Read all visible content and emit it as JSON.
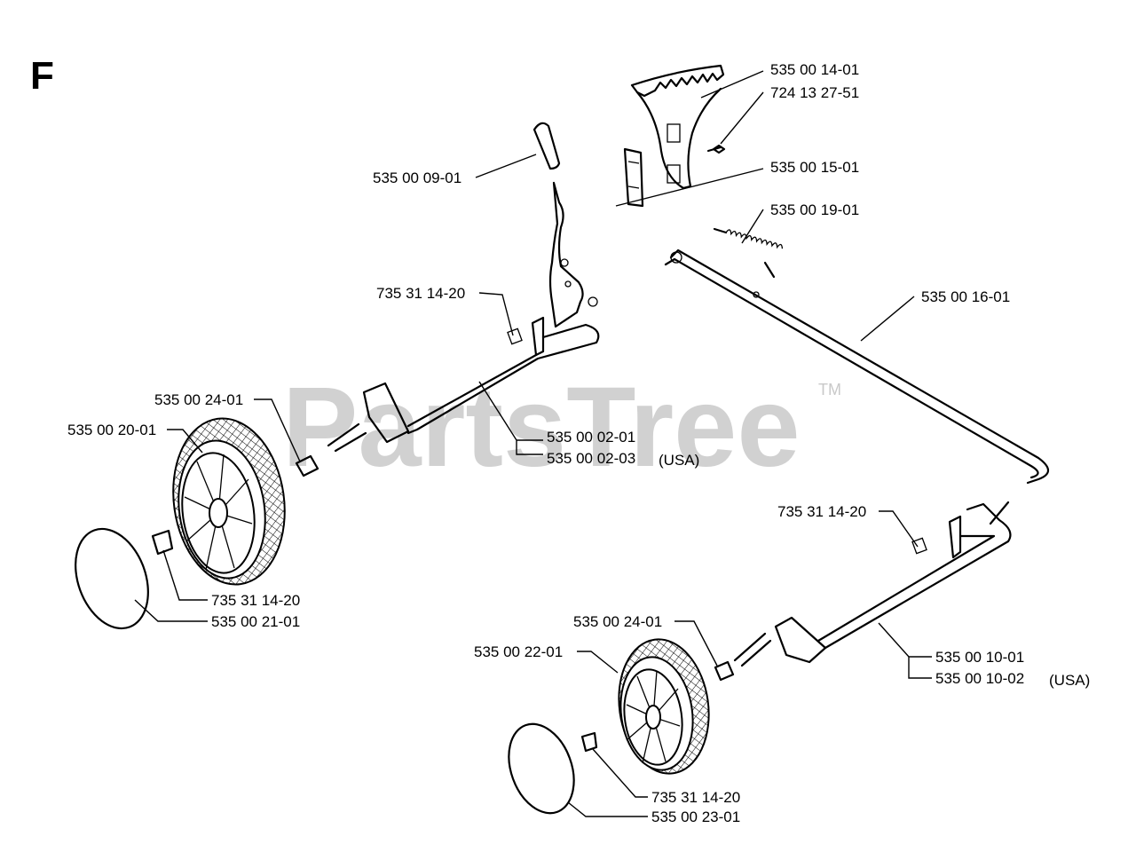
{
  "section_letter": "F",
  "watermark": {
    "text": "PartsTree",
    "trademark": "TM"
  },
  "labels": {
    "p_535_00_14_01": "535 00 14-01",
    "p_724_13_27_51": "724 13 27-51",
    "p_535_00_15_01": "535 00 15-01",
    "p_535_00_19_01": "535 00 19-01",
    "p_535_00_09_01": "535 00 09-01",
    "p_735_31_14_20_upper": "735 31 14-20",
    "p_535_00_16_01": "535 00 16-01",
    "p_535_00_24_01_left": "535 00 24-01",
    "p_535_00_20_01": "535 00 20-01",
    "p_535_00_02_01": "535 00 02-01",
    "p_535_00_02_03": "535 00 02-03",
    "p_usa_left": "(USA)",
    "p_735_31_14_20_left_cap": "735 31 14-20",
    "p_535_00_21_01": "535 00 21-01",
    "p_735_31_14_20_right": "735 31 14-20",
    "p_535_00_24_01_right": "535 00 24-01",
    "p_535_00_22_01": "535 00 22-01",
    "p_535_00_10_01": "535 00 10-01",
    "p_535_00_10_02": "535 00 10-02",
    "p_usa_right": "(USA)",
    "p_735_31_14_20_right_cap": "735 31 14-20",
    "p_535_00_23_01": "535 00 23-01"
  }
}
